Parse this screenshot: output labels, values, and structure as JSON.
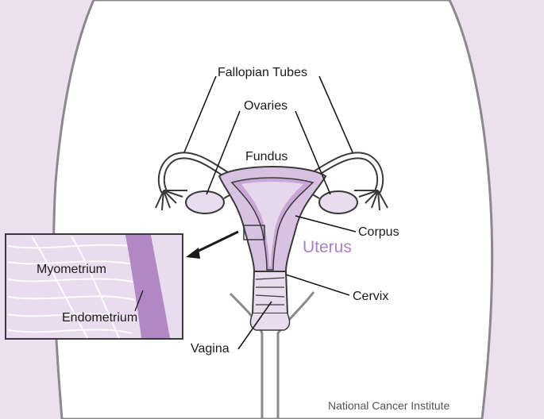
{
  "labels": {
    "fallopian_tubes": "Fallopian Tubes",
    "ovaries": "Ovaries",
    "fundus": "Fundus",
    "corpus": "Corpus",
    "uterus": "Uterus",
    "myometrium": "Myometrium",
    "endometrium": "Endometrium",
    "cervix": "Cervix",
    "vagina": "Vagina"
  },
  "credit": "National Cancer Institute",
  "colors": {
    "background_tint": "#ecdff0",
    "tissue_light": "#e9dcee",
    "tissue_mid": "#d8c2e2",
    "lining": "#c9a6d6",
    "endometrium_band": "#b288c4",
    "uterus_text": "#b07fc4",
    "outline": "#3a3a3a",
    "silhouette_stroke": "#8a8a8a",
    "text": "#1a1a1a",
    "credit_text": "#555555"
  }
}
